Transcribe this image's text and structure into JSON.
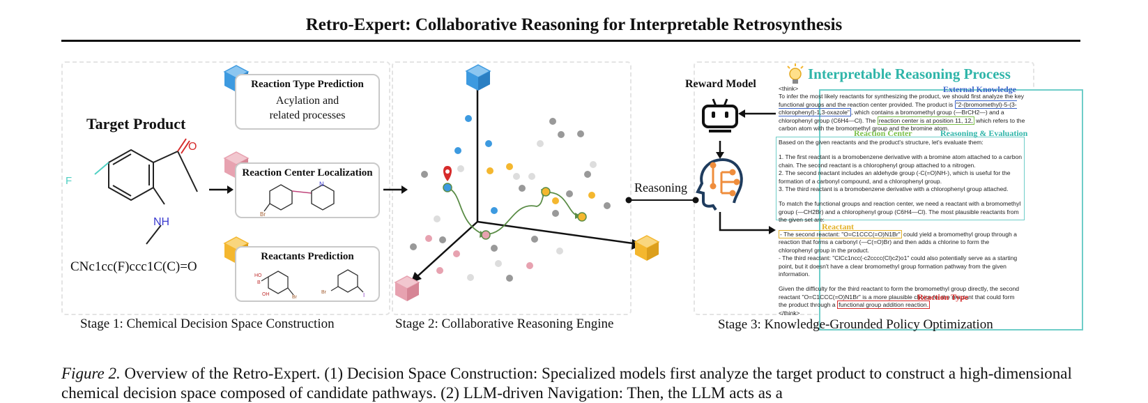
{
  "header": {
    "title": "Retro-Expert: Collaborative Reasoning for Interpretable Retrosynthesis"
  },
  "stage1": {
    "label": "Stage 1: Chemical Decision Space Construction",
    "target_title": "Target Product",
    "smiles": "CNc1cc(F)ccc1C(C)=O",
    "atoms": {
      "f": "F",
      "o": "O",
      "nh": "NH",
      "br1": "Br",
      "n1": "N",
      "b": "B",
      "oh_top": "HO",
      "oh_bottom": "OH",
      "br2": "Br",
      "br3": "Br",
      "i": "I"
    },
    "reaction_type": {
      "title": "Reaction Type Prediction",
      "line1": "Acylation and",
      "line2": "related processes"
    },
    "reaction_center": {
      "title": "Reaction Center Localization"
    },
    "reactants": {
      "title": "Reactants Prediction"
    },
    "colors": {
      "blue_cube": "#3d9ae0",
      "pink_cube": "#e7a2b0",
      "yellow_cube": "#f4b72f"
    }
  },
  "stage2": {
    "label": "Stage 2: Collaborative Reasoning Engine"
  },
  "stage3": {
    "label": "Stage 3: Knowledge-Grounded Policy Optimization",
    "reward_model": "Reward Model",
    "reasoning_label": "Reasoning",
    "panel_title": "Interpretable Reasoning Process",
    "tags": {
      "external_knowledge": "External Knowledge",
      "reaction_center": "Reaction Center",
      "reasoning_eval": "Reasoning & Evaluation",
      "reactant": "Reactant",
      "reaction_type": "Reaction Type"
    },
    "text": {
      "think_open": "<think>",
      "p1_a": "To infer the most likely reactants for synthesizing the product, we should first analyze the key functional groups and the reaction center provided. The product is ",
      "p1_hl": "\"2-(bromomethyl)-5-(3-chlorophenyl)-1,3-oxazole\"",
      "p1_b": ", which contains a bromomethyl group (—BrCH2—) and a chlorophenyl group (C6H4—Cl). The ",
      "p1_hl2": "reaction center is at position 11, 12,",
      "p1_c": " which refers to the carbon atom with the bromomethyl group and the bromine atom.",
      "p2": "Based on the given reactants and the product's structure, let's evaluate them:",
      "p3_1": "1. The first reactant is a bromobenzene derivative with a bromine atom attached to a carbon chain. The second reactant is a chlorophenyl group attached to a nitrogen.",
      "p3_2": "2. The second reactant includes an aldehyde group (-C(=O)NH-), which is useful for the formation of a carbonyl compound, and a chlorophenyl group.",
      "p3_3": "3. The third reactant is a bromobenzene derivative with a chlorophenyl group attached.",
      "p4": "To match the functional groups and reaction center, we need a reactant with a bromomethyl group (—CH2Br) and a chlorophenyl group (C6H4—Cl). The most plausible reactants from the given set are:",
      "p5_hl": "- The second reactant: \"O=C1CCC(=O)N1Br\"",
      "p5_b": " could yield a bromomethyl group through a reaction that forms a carbonyl (—C(=O)Br) and then adds a chlorine to form the chlorophenyl group in the product.",
      "p6": "- The third reactant: \"ClCc1ncc(-c2cccc(Cl)c2)o1\" could also potentially serve as a starting point, but it doesn't have a clear bromomethyl group formation pathway from the given information.",
      "p7_a": "Given the difficulty for the third reactant to form the bromomethyl group directly, the second reactant \"O=C1CCC(=O)N1Br\" is a more plausible choice for the reactant that could form the product through a ",
      "p7_hl": "functional group addition reaction.",
      "think_close": "</think>"
    },
    "colors": {
      "teal": "#2fb5a9",
      "green": "#7cc04a",
      "gold": "#e3b22a",
      "red": "#d62b2b",
      "blue": "#3a63c9"
    }
  },
  "caption": {
    "label": "Figure 2.",
    "text": " Overview of the Retro-Expert. (1) Decision Space Construction: Specialized models first analyze the target product to construct a high-dimensional chemical decision space composed of candidate pathways. (2) LLM-driven Navigation: Then, the LLM acts as a"
  }
}
